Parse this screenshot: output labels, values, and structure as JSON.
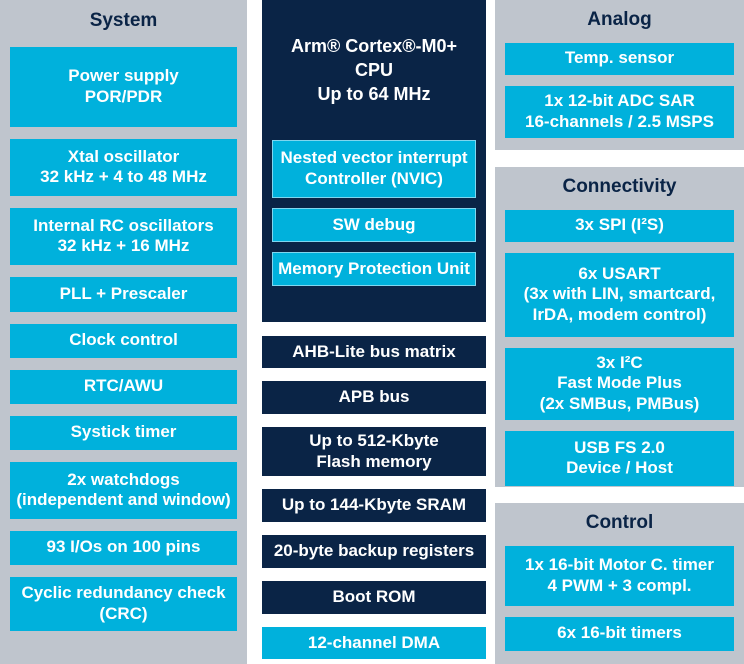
{
  "colors": {
    "cyan_block": "#00b1dc",
    "navy_block": "#0a2446",
    "panel_gray": "#bfc5cd",
    "text_on_block": "#ffffff",
    "title_navy": "#0a2446"
  },
  "system": {
    "title": "System",
    "blocks": [
      {
        "label": "Power supply\nPOR/PDR"
      },
      {
        "label": "Xtal oscillator\n32 kHz + 4 to 48 MHz"
      },
      {
        "label": "Internal RC oscillators\n32 kHz + 16 MHz"
      },
      {
        "label": "PLL + Prescaler"
      },
      {
        "label": "Clock control"
      },
      {
        "label": "RTC/AWU"
      },
      {
        "label": "Systick timer"
      },
      {
        "label": "2x watchdogs\n(independent and window)"
      },
      {
        "label": "93 I/Os on 100 pins"
      },
      {
        "label": "Cyclic redundancy check\n(CRC)"
      }
    ]
  },
  "core": {
    "cpu_title": "Arm® Cortex®-M0+ CPU\nUp to 64 MHz",
    "cpu_blocks": [
      {
        "label": "Nested vector interrupt\nController (NVIC)"
      },
      {
        "label": "SW debug"
      },
      {
        "label": "Memory Protection Unit"
      }
    ],
    "bus_blocks": [
      {
        "label": "AHB-Lite bus matrix"
      },
      {
        "label": "APB bus"
      },
      {
        "label": "Up to 512-Kbyte\nFlash memory"
      },
      {
        "label": "Up to 144-Kbyte SRAM"
      },
      {
        "label": "20-byte backup registers"
      },
      {
        "label": "Boot ROM"
      }
    ],
    "dma_block": {
      "label": "12-channel DMA"
    }
  },
  "analog": {
    "title": "Analog",
    "blocks": [
      {
        "label": "Temp. sensor"
      },
      {
        "label": "1x 12-bit ADC SAR\n16-channels / 2.5 MSPS"
      }
    ]
  },
  "connectivity": {
    "title": "Connectivity",
    "blocks": [
      {
        "label": "3x SPI (I²S)"
      },
      {
        "label": "6x USART\n(3x with LIN, smartcard,\nIrDA, modem control)"
      },
      {
        "label": "3x I²C\nFast Mode Plus\n(2x SMBus, PMBus)"
      },
      {
        "label": "USB FS 2.0\nDevice / Host"
      }
    ]
  },
  "control": {
    "title": "Control",
    "blocks": [
      {
        "label": "1x 16-bit Motor C. timer\n4 PWM + 3 compl."
      },
      {
        "label": "6x 16-bit timers"
      }
    ]
  }
}
